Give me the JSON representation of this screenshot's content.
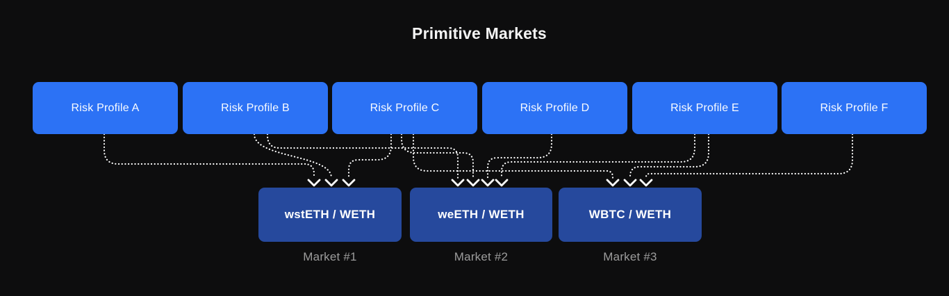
{
  "title": "Primitive Markets",
  "colors": {
    "background": "#0d0d0e",
    "profile_blue": "#2c72f5",
    "market_blue": "#26499d",
    "connector_white": "#ffffff",
    "caption_gray": "#9c9c9c"
  },
  "profiles": [
    {
      "label": "Risk Profile A"
    },
    {
      "label": "Risk Profile B"
    },
    {
      "label": "Risk Profile C"
    },
    {
      "label": "Risk Profile D"
    },
    {
      "label": "Risk Profile E"
    },
    {
      "label": "Risk Profile F"
    }
  ],
  "markets": [
    {
      "pair": "wstETH / WETH",
      "caption": "Market #1"
    },
    {
      "pair": "weETH / WETH",
      "caption": "Market #2"
    },
    {
      "pair": "WBTC / WETH",
      "caption": "Market #3"
    }
  ],
  "edges": [
    {
      "from": "Risk Profile A",
      "to": "Market #1"
    },
    {
      "from": "Risk Profile B",
      "to": "Market #1"
    },
    {
      "from": "Risk Profile C",
      "to": "Market #1"
    },
    {
      "from": "Risk Profile B",
      "to": "Market #2"
    },
    {
      "from": "Risk Profile C",
      "to": "Market #2"
    },
    {
      "from": "Risk Profile D",
      "to": "Market #2"
    },
    {
      "from": "Risk Profile E",
      "to": "Market #2"
    },
    {
      "from": "Risk Profile C",
      "to": "Market #3"
    },
    {
      "from": "Risk Profile E",
      "to": "Market #3"
    },
    {
      "from": "Risk Profile F",
      "to": "Market #3"
    }
  ]
}
